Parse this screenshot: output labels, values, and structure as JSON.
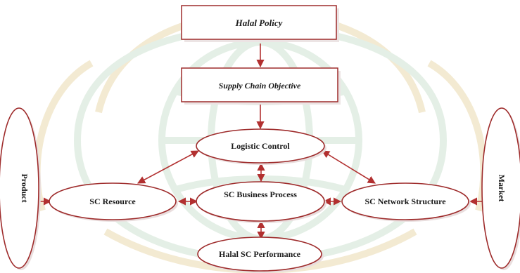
{
  "diagram": {
    "boxes": {
      "halal_policy": "Halal Policy",
      "supply_chain_objective": "Supply Chain Objective"
    },
    "ellipses": {
      "logistic_control": "Logistic Control",
      "sc_resource": "SC Resource",
      "sc_business_process": "SC Business Process",
      "sc_network_structure": "SC Network Structure",
      "halal_sc_performance": "Halal SC Performance"
    },
    "side_nodes": {
      "product": "Product",
      "market": "Market"
    },
    "colors": {
      "stroke": "#9e2b2b",
      "arrow": "#b23030",
      "watermark_green": "#e4efe6",
      "watermark_gold": "#f3ead2"
    }
  }
}
